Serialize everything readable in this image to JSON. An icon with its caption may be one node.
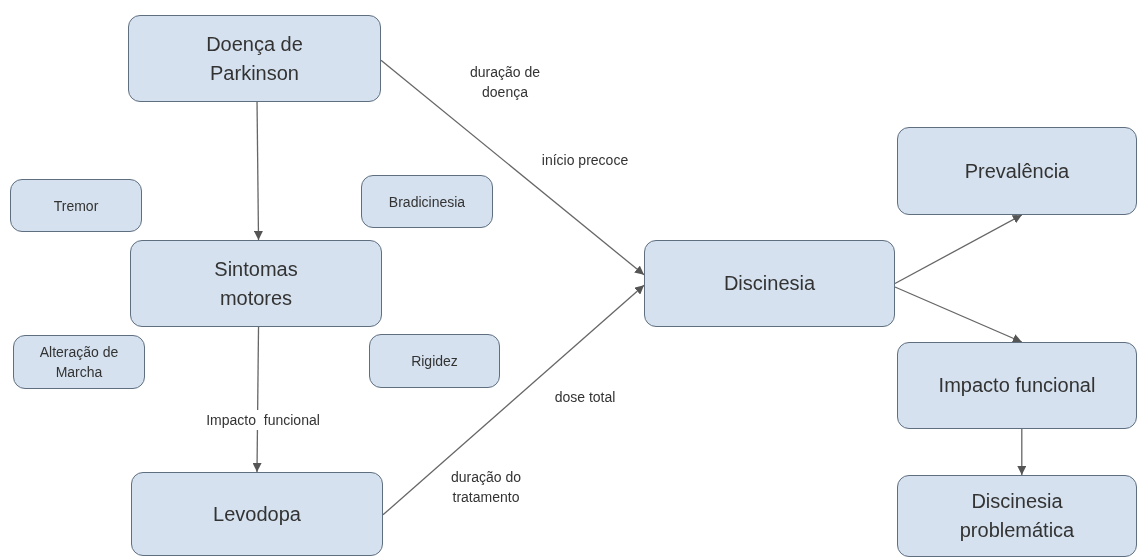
{
  "diagram": {
    "nodes": [
      {
        "text": [
          "Doença de Parkinson"
        ]
      },
      {
        "text": [
          "Tremor"
        ]
      },
      {
        "text": [
          "Bradicinesia"
        ]
      },
      {
        "text": [
          "Sintomas motores"
        ]
      },
      {
        "text": [
          "Alteração de Marcha"
        ]
      },
      {
        "text": [
          "Rigidez"
        ]
      },
      {
        "text": [
          "Levodopa"
        ]
      },
      {
        "text": [
          "Discinesia"
        ]
      },
      {
        "text": [
          "Prevalência"
        ]
      },
      {
        "text": [
          "Impacto funcional"
        ]
      },
      {
        "text": [
          "Discinesia problemática"
        ]
      }
    ],
    "edges": [
      {
        "from": 0,
        "to": 3,
        "arrow": "to"
      },
      {
        "from": 3,
        "to": 6,
        "arrow": "to",
        "label": "Impacto  funcional"
      },
      {
        "from": 0,
        "to": 7,
        "arrow": "to",
        "label": "duração de doença"
      },
      {
        "from": 6,
        "to": 7,
        "arrow": "to",
        "label": "dose total"
      },
      {
        "from": 7,
        "to": 8,
        "arrow": "to"
      },
      {
        "from": 7,
        "to": 9,
        "arrow": "to"
      },
      {
        "from": 9,
        "to": 10,
        "arrow": "to"
      }
    ],
    "labels": [
      "início precoce",
      "duração do tratamento"
    ]
  }
}
